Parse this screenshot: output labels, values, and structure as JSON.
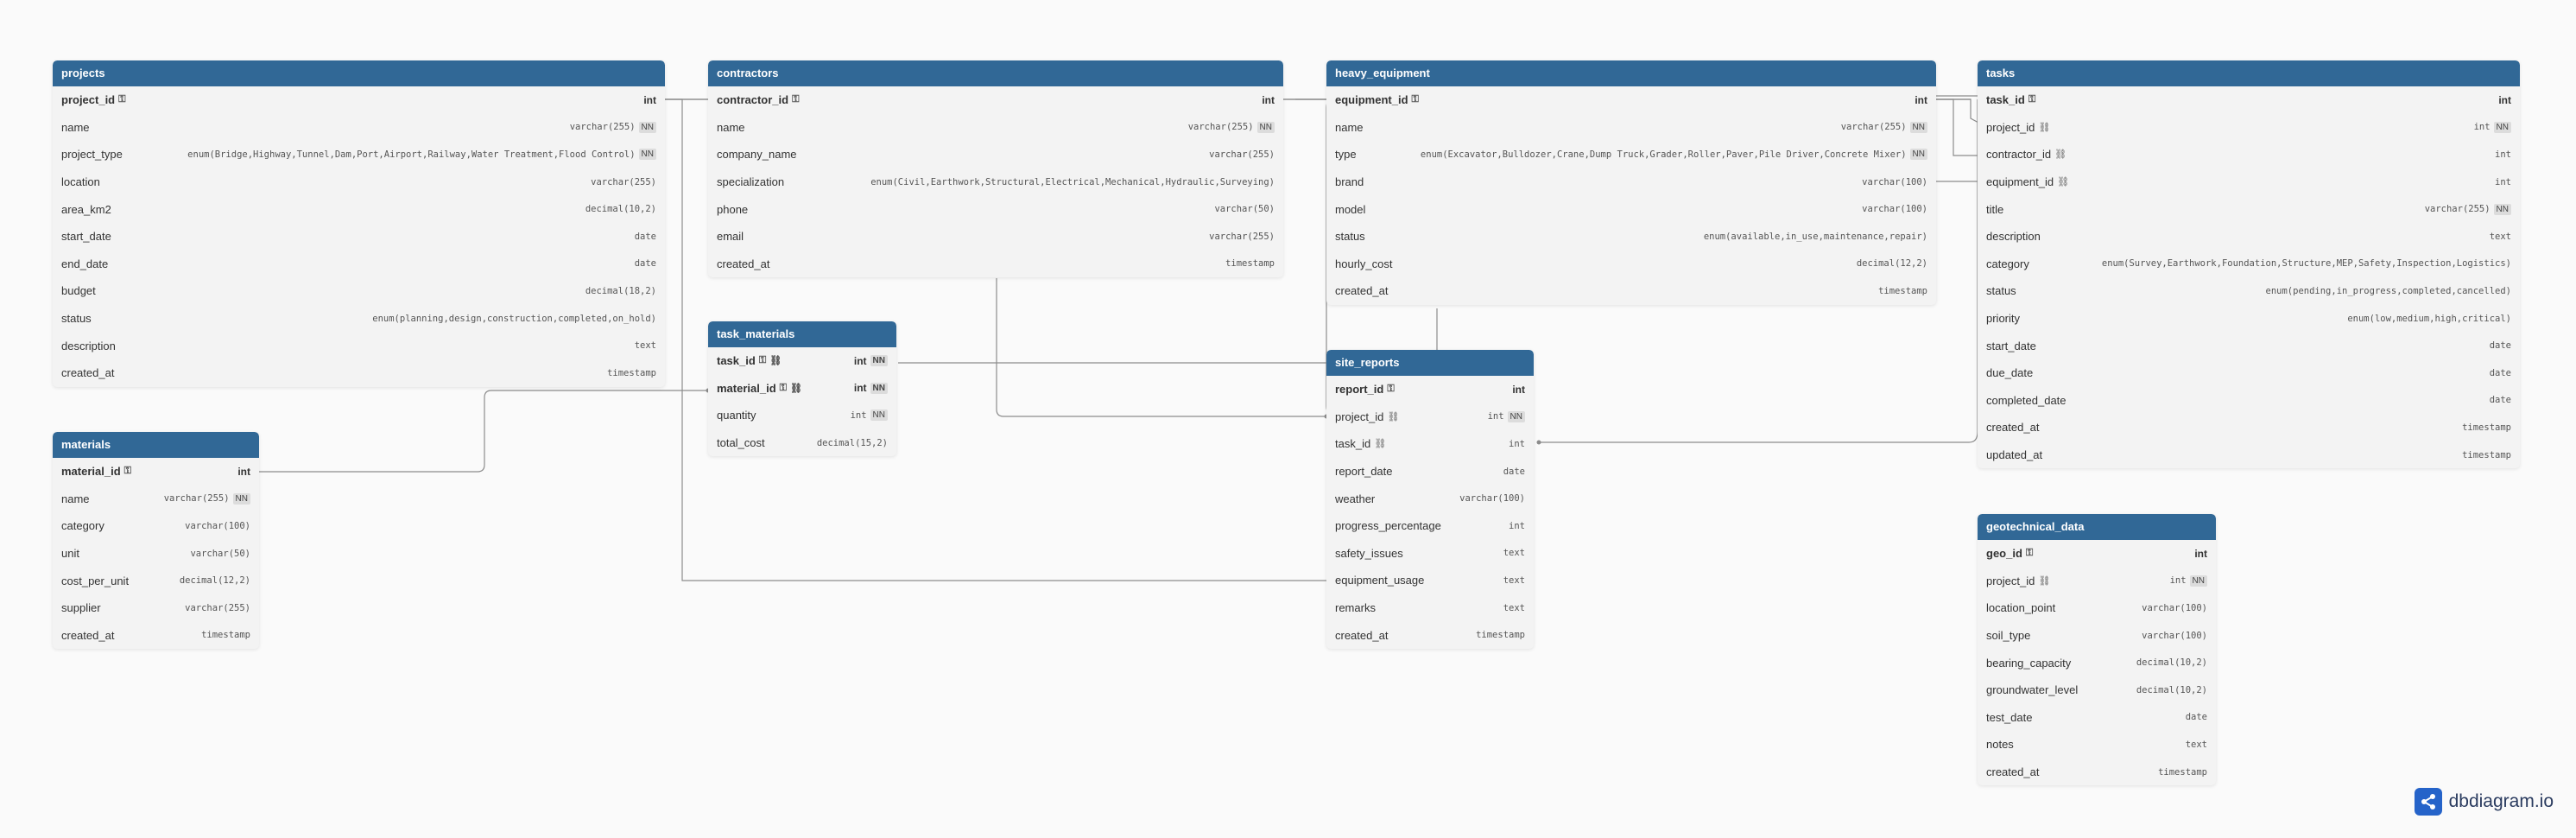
{
  "tables": [
    {
      "id": "projects",
      "name": "projects",
      "fields": [
        {
          "name": "project_id",
          "type": "int",
          "pk": true
        },
        {
          "name": "name",
          "type": "varchar(255)",
          "nn": "NN"
        },
        {
          "name": "project_type",
          "type": "enum(Bridge,Highway,Tunnel,Dam,Port,Airport,Railway,Water Treatment,Flood Control)",
          "nn": "NN"
        },
        {
          "name": "location",
          "type": "varchar(255)"
        },
        {
          "name": "area_km2",
          "type": "decimal(10,2)"
        },
        {
          "name": "start_date",
          "type": "date"
        },
        {
          "name": "end_date",
          "type": "date"
        },
        {
          "name": "budget",
          "type": "decimal(18,2)"
        },
        {
          "name": "status",
          "type": "enum(planning,design,construction,completed,on_hold)"
        },
        {
          "name": "description",
          "type": "text"
        },
        {
          "name": "created_at",
          "type": "timestamp"
        }
      ]
    },
    {
      "id": "contractors",
      "name": "contractors",
      "fields": [
        {
          "name": "contractor_id",
          "type": "int",
          "pk": true
        },
        {
          "name": "name",
          "type": "varchar(255)",
          "nn": "NN"
        },
        {
          "name": "company_name",
          "type": "varchar(255)"
        },
        {
          "name": "specialization",
          "type": "enum(Civil,Earthwork,Structural,Electrical,Mechanical,Hydraulic,Surveying)"
        },
        {
          "name": "phone",
          "type": "varchar(50)"
        },
        {
          "name": "email",
          "type": "varchar(255)"
        },
        {
          "name": "created_at",
          "type": "timestamp"
        }
      ]
    },
    {
      "id": "heavy_equipment",
      "name": "heavy_equipment",
      "fields": [
        {
          "name": "equipment_id",
          "type": "int",
          "pk": true
        },
        {
          "name": "name",
          "type": "varchar(255)",
          "nn": "NN"
        },
        {
          "name": "type",
          "type": "enum(Excavator,Bulldozer,Crane,Dump Truck,Grader,Roller,Paver,Pile Driver,Concrete Mixer)",
          "nn": "NN"
        },
        {
          "name": "brand",
          "type": "varchar(100)"
        },
        {
          "name": "model",
          "type": "varchar(100)"
        },
        {
          "name": "status",
          "type": "enum(available,in_use,maintenance,repair)"
        },
        {
          "name": "hourly_cost",
          "type": "decimal(12,2)"
        },
        {
          "name": "created_at",
          "type": "timestamp"
        }
      ]
    },
    {
      "id": "tasks",
      "name": "tasks",
      "fields": [
        {
          "name": "task_id",
          "type": "int",
          "pk": true
        },
        {
          "name": "project_id",
          "type": "int",
          "nn": "NN",
          "fk": true
        },
        {
          "name": "contractor_id",
          "type": "int",
          "fk": true
        },
        {
          "name": "equipment_id",
          "type": "int",
          "fk": true
        },
        {
          "name": "title",
          "type": "varchar(255)",
          "nn": "NN"
        },
        {
          "name": "description",
          "type": "text"
        },
        {
          "name": "category",
          "type": "enum(Survey,Earthwork,Foundation,Structure,MEP,Safety,Inspection,Logistics)"
        },
        {
          "name": "status",
          "type": "enum(pending,in_progress,completed,cancelled)"
        },
        {
          "name": "priority",
          "type": "enum(low,medium,high,critical)"
        },
        {
          "name": "start_date",
          "type": "date"
        },
        {
          "name": "due_date",
          "type": "date"
        },
        {
          "name": "completed_date",
          "type": "date"
        },
        {
          "name": "created_at",
          "type": "timestamp"
        },
        {
          "name": "updated_at",
          "type": "timestamp"
        }
      ]
    },
    {
      "id": "task_materials",
      "name": "task_materials",
      "fields": [
        {
          "name": "task_id",
          "type": "int",
          "nn": "NN",
          "pk": true,
          "fk": true
        },
        {
          "name": "material_id",
          "type": "int",
          "nn": "NN",
          "pk": true,
          "fk": true
        },
        {
          "name": "quantity",
          "type": "int",
          "nn": "NN"
        },
        {
          "name": "total_cost",
          "type": "decimal(15,2)"
        }
      ]
    },
    {
      "id": "materials",
      "name": "materials",
      "fields": [
        {
          "name": "material_id",
          "type": "int",
          "pk": true
        },
        {
          "name": "name",
          "type": "varchar(255)",
          "nn": "NN"
        },
        {
          "name": "category",
          "type": "varchar(100)"
        },
        {
          "name": "unit",
          "type": "varchar(50)"
        },
        {
          "name": "cost_per_unit",
          "type": "decimal(12,2)"
        },
        {
          "name": "supplier",
          "type": "varchar(255)"
        },
        {
          "name": "created_at",
          "type": "timestamp"
        }
      ]
    },
    {
      "id": "site_reports",
      "name": "site_reports",
      "fields": [
        {
          "name": "report_id",
          "type": "int",
          "pk": true
        },
        {
          "name": "project_id",
          "type": "int",
          "nn": "NN",
          "fk": true
        },
        {
          "name": "task_id",
          "type": "int",
          "fk": true
        },
        {
          "name": "report_date",
          "type": "date"
        },
        {
          "name": "weather",
          "type": "varchar(100)"
        },
        {
          "name": "progress_percentage",
          "type": "int"
        },
        {
          "name": "safety_issues",
          "type": "text"
        },
        {
          "name": "equipment_usage",
          "type": "text"
        },
        {
          "name": "remarks",
          "type": "text"
        },
        {
          "name": "created_at",
          "type": "timestamp"
        }
      ]
    },
    {
      "id": "geotechnical_data",
      "name": "geotechnical_data",
      "fields": [
        {
          "name": "geo_id",
          "type": "int",
          "pk": true
        },
        {
          "name": "project_id",
          "type": "int",
          "nn": "NN",
          "fk": true
        },
        {
          "name": "location_point",
          "type": "varchar(100)"
        },
        {
          "name": "soil_type",
          "type": "varchar(100)"
        },
        {
          "name": "bearing_capacity",
          "type": "decimal(10,2)"
        },
        {
          "name": "groundwater_level",
          "type": "decimal(10,2)"
        },
        {
          "name": "test_date",
          "type": "date"
        },
        {
          "name": "notes",
          "type": "text"
        },
        {
          "name": "created_at",
          "type": "timestamp"
        }
      ]
    }
  ],
  "branding": {
    "logo_text": "dbdiagram.io",
    "logo_icon": "share-nodes-icon"
  },
  "colors": {
    "header": "#316896",
    "connector": "#8c8c8c",
    "logo": "#2563c9"
  }
}
